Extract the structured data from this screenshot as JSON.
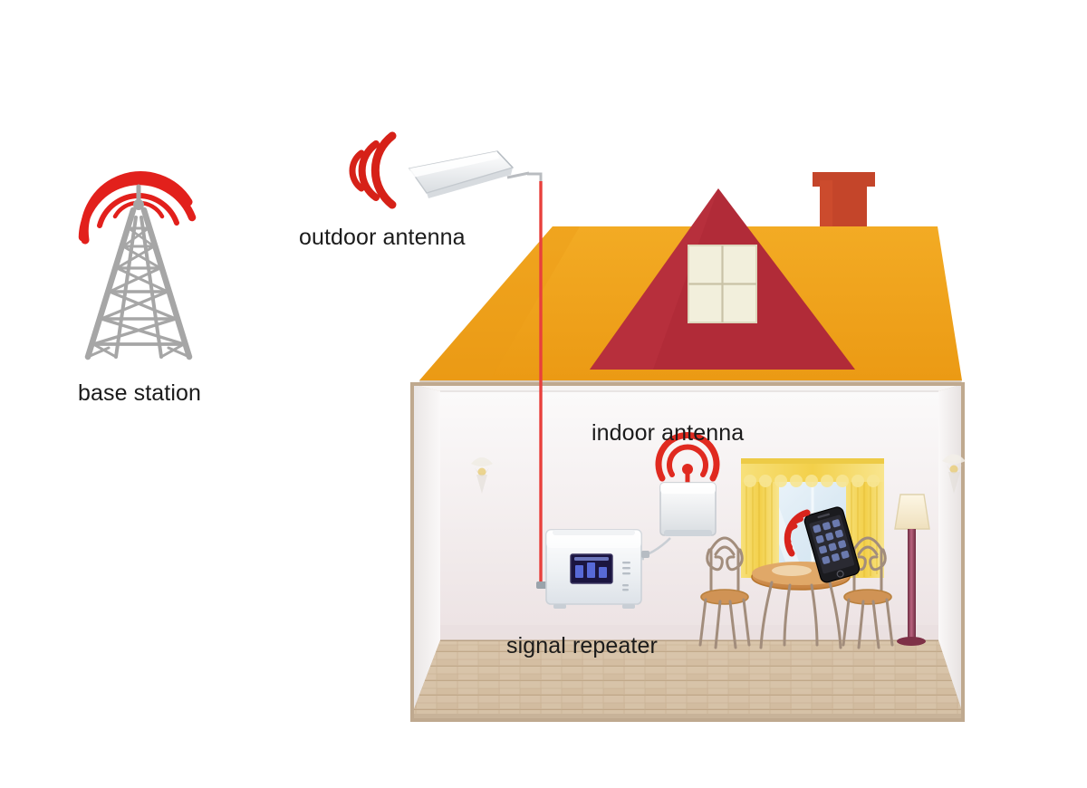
{
  "diagram": {
    "title": "Mobile signal repeater installation diagram",
    "background_color": "#ffffff"
  },
  "labels": {
    "base_station": "base station",
    "outdoor_antenna": "outdoor antenna",
    "indoor_antenna": "indoor antenna",
    "signal_repeater": "signal repeater"
  },
  "colors": {
    "signal_red": "#e2201c",
    "tower_gray": "#a6a6a6",
    "roof_orange": "#efa01e",
    "gable_red": "#b12b38",
    "chimney_orange": "#c9472a",
    "window_cream": "#f2efdc",
    "wall_white": "#f4f2f1",
    "wall_shadow": "#efe7e7",
    "floor_tan": "#cdb79c",
    "curtain_yellow": "#f5d964",
    "cable_red": "#e8403c",
    "device_white": "#eef0f3",
    "lcd_blue": "#241a4e",
    "text_black": "#1b1b1b",
    "lamp_pole": "#8c3a52",
    "furniture_wood": "#cf8e52",
    "furniture_iron": "#a08b7a"
  },
  "elements": {
    "base_station": {
      "name": "cell tower base station",
      "tower_type": "lattice mast",
      "wave_arc_count": 3
    },
    "outdoor_antenna": {
      "name": "outdoor directional log-periodic antenna",
      "mounted": "roof pole",
      "wave_arc_count": 3
    },
    "indoor_antenna": {
      "name": "indoor panel antenna",
      "shape": "square panel",
      "wave_arc_count": 2
    },
    "signal_repeater": {
      "name": "signal booster amplifier box",
      "display": "blue LCD screen"
    },
    "phone": {
      "name": "smartphone receiving boosted signal",
      "wave_arc_count": 3
    },
    "cable": {
      "name": "coaxial feed cable",
      "color": "red",
      "path": "outdoor antenna to repeater"
    },
    "room_items": [
      "wall sconce left",
      "wall sconce right",
      "window with yellow curtains",
      "round bistro table",
      "bistro chair left",
      "bistro chair right",
      "floor lamp",
      "parquet wood floor"
    ],
    "house": {
      "roof": "orange gable roof",
      "dormer": "dark red triangular gable",
      "dormer_window_panes": 4,
      "chimney": "orange brick chimney"
    }
  }
}
